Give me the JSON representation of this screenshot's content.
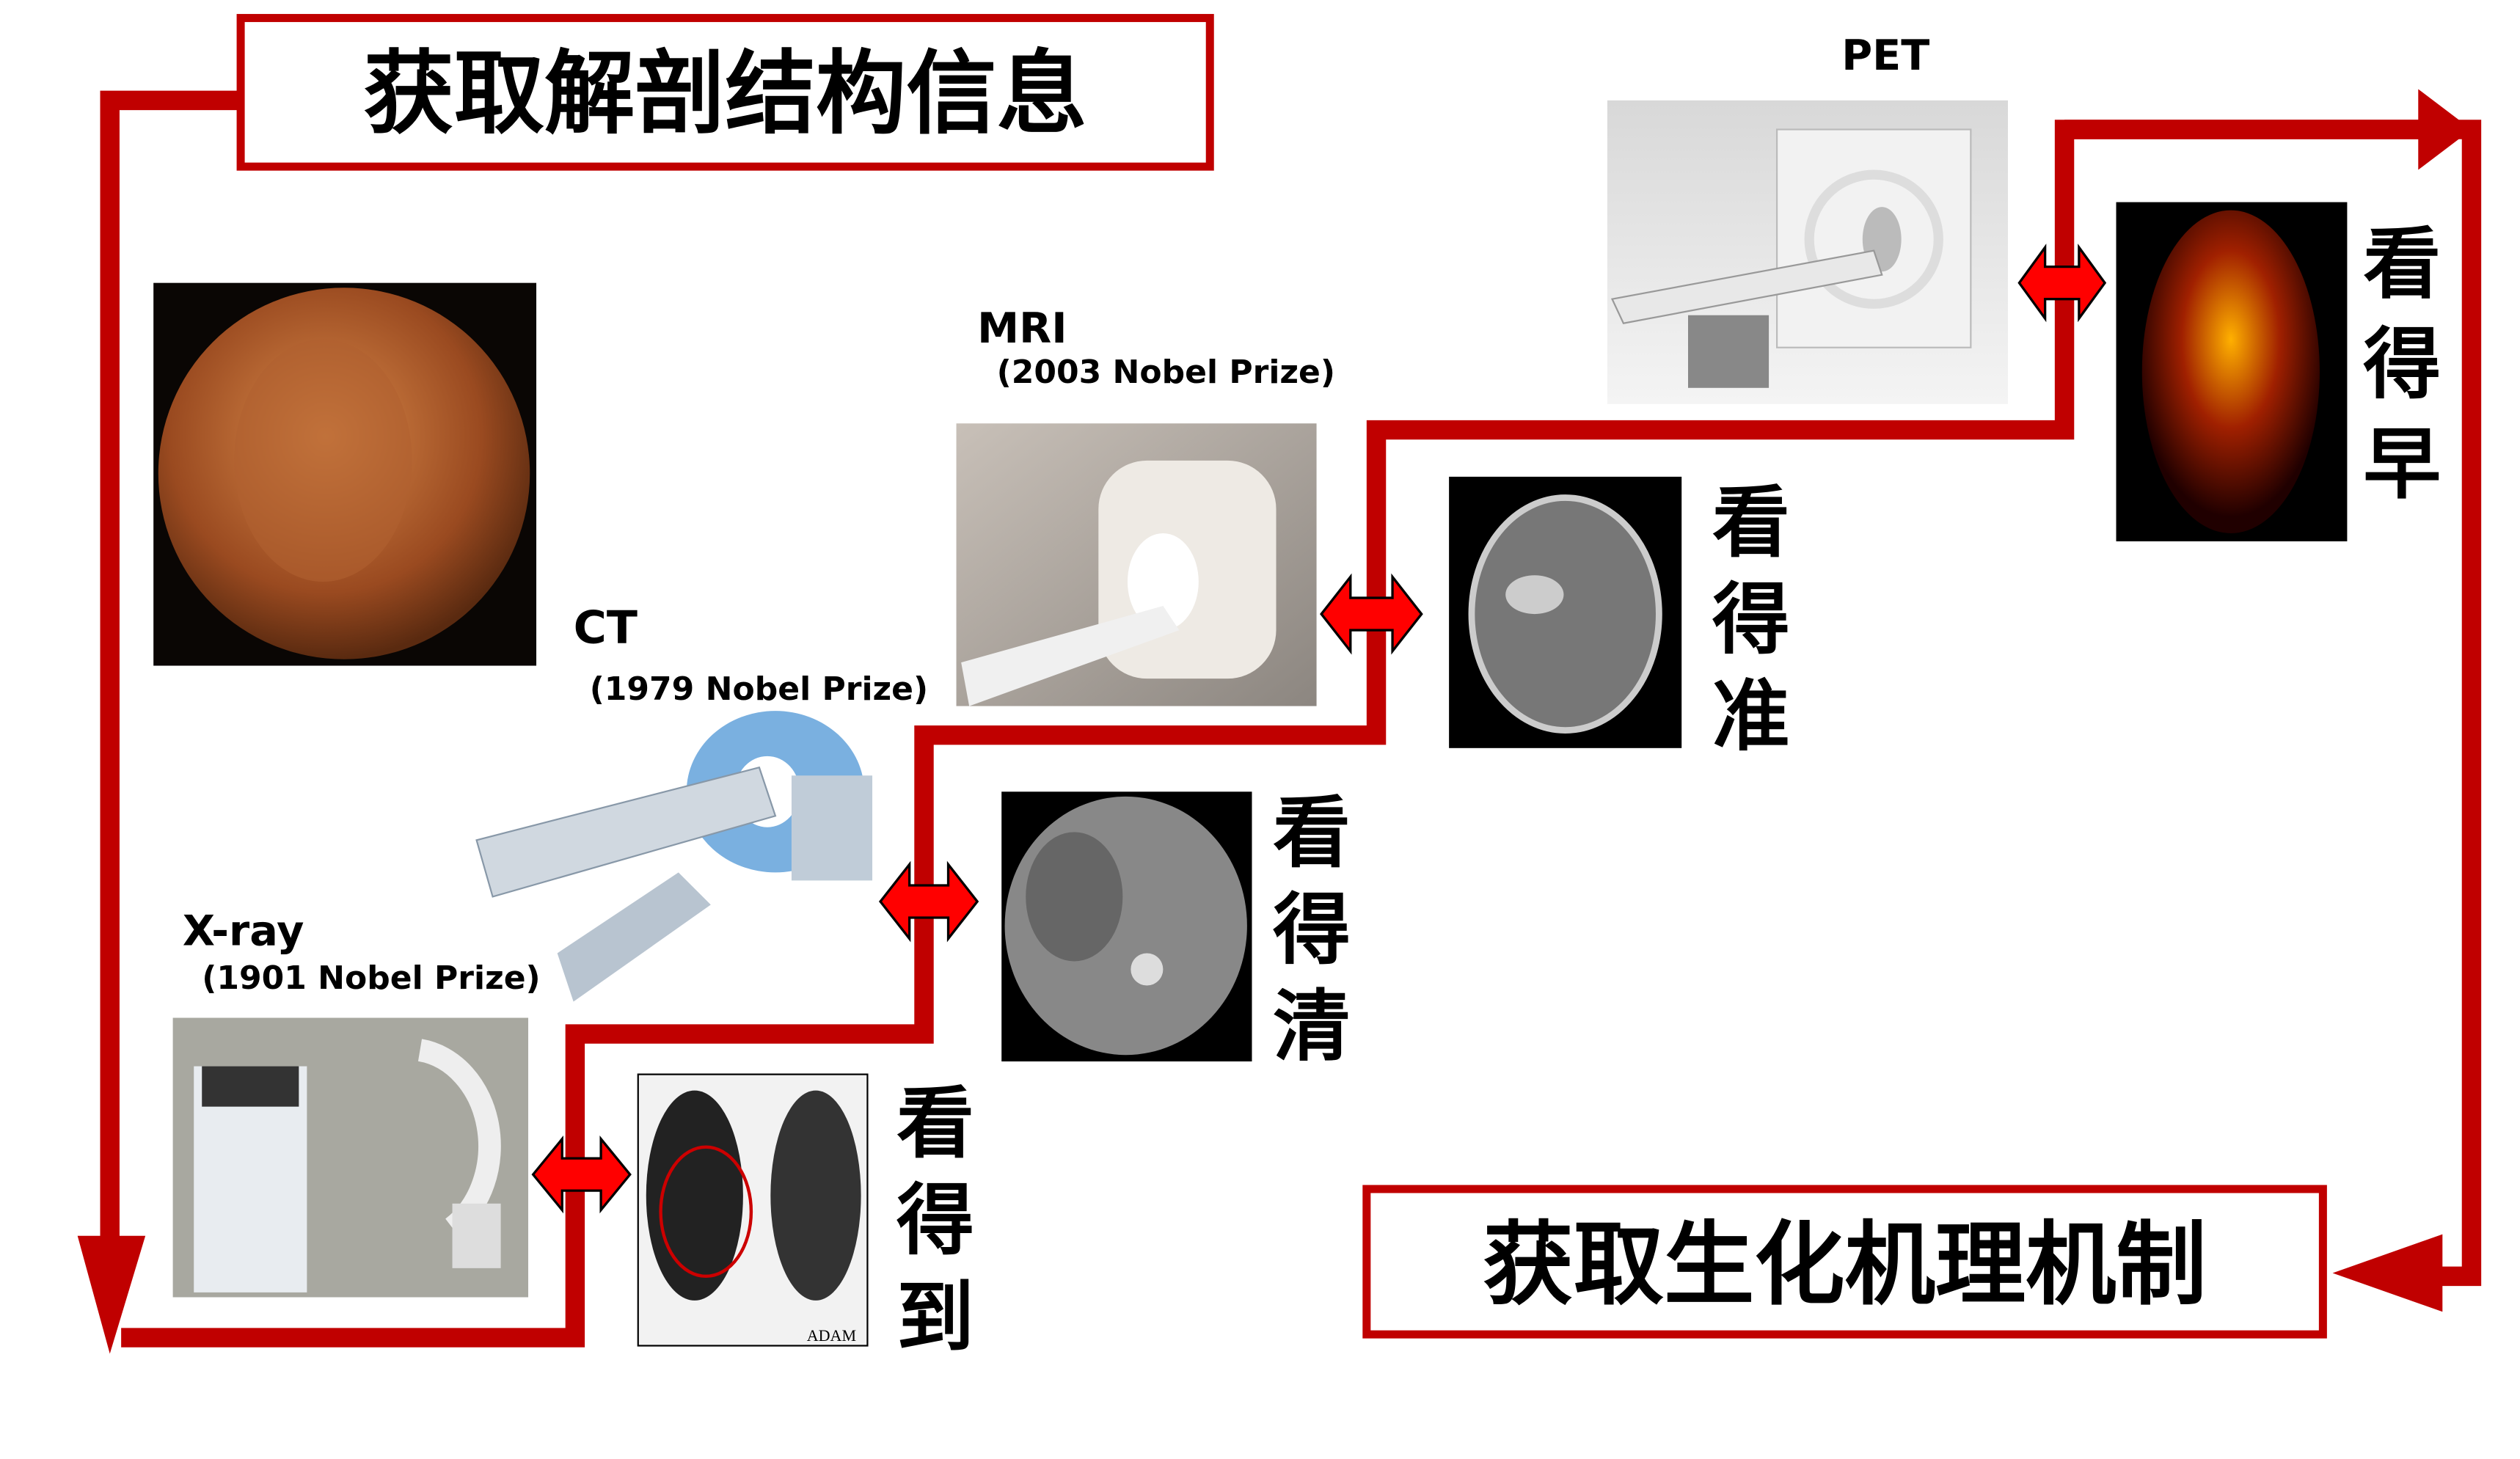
{
  "colors": {
    "accent": "#c00000",
    "arrow": "#ff0000"
  },
  "title_top": "获取解剖结构信息",
  "title_bottom": "获取生化机理机制",
  "modalities": [
    {
      "name": "X-ray",
      "prize": "(1901 Nobel Prize)",
      "caption": [
        "看",
        "得",
        "到"
      ]
    },
    {
      "name": "CT",
      "prize": "(1979 Nobel Prize)",
      "caption": [
        "看",
        "得",
        "清"
      ]
    },
    {
      "name": "MRI",
      "prize": "(2003 Nobel Prize)",
      "caption": [
        "看",
        "得",
        "准"
      ]
    },
    {
      "name": "PET",
      "caption": [
        "看",
        "得",
        "早"
      ]
    }
  ],
  "xray_watermark": "ADAM"
}
